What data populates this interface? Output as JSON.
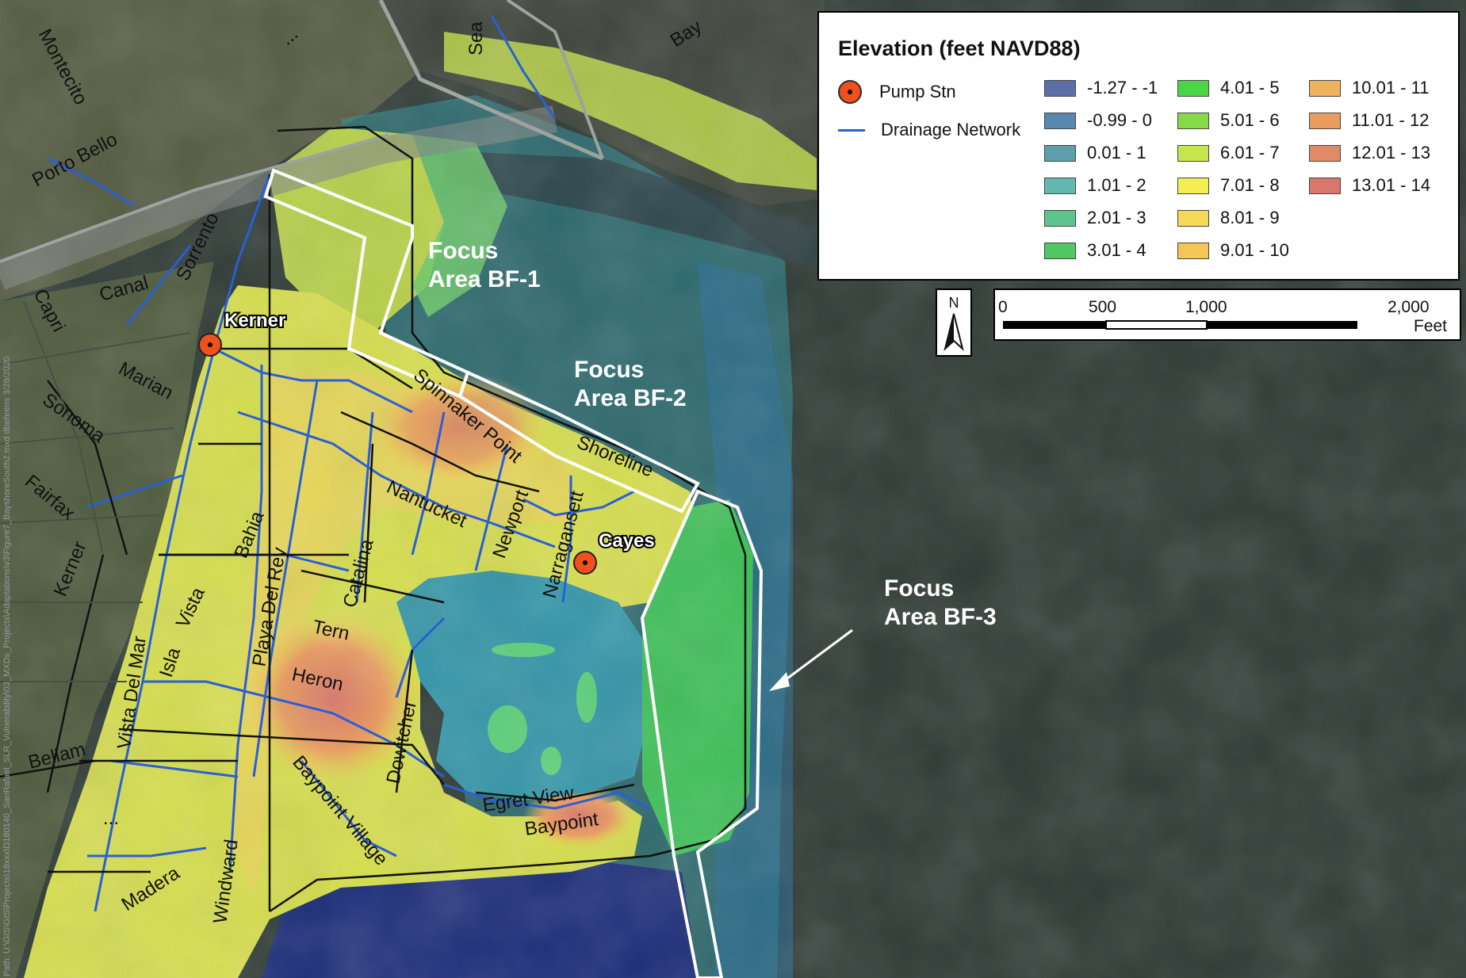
{
  "legend": {
    "title": "Elevation (feet NAVD88)",
    "pump_label": "Pump Stn",
    "drainage_label": "Drainage Network",
    "pump_color": "#f0501e",
    "drainage_color": "#2a5fd6",
    "classes": [
      {
        "label": "-1.27 - -1",
        "color": "#5b6ea8"
      },
      {
        "label": "-0.99 - 0",
        "color": "#5a87ad"
      },
      {
        "label": "0.01 - 1",
        "color": "#5e9fae"
      },
      {
        "label": "1.01 - 2",
        "color": "#65b8b0"
      },
      {
        "label": "2.01 - 3",
        "color": "#5cc48d"
      },
      {
        "label": "3.01 - 4",
        "color": "#52c765"
      },
      {
        "label": "4.01 - 5",
        "color": "#4cd447"
      },
      {
        "label": "5.01 - 6",
        "color": "#86da48"
      },
      {
        "label": "6.01 - 7",
        "color": "#c5e64c"
      },
      {
        "label": "7.01 - 8",
        "color": "#f4ee52"
      },
      {
        "label": "8.01 - 9",
        "color": "#f5d957"
      },
      {
        "label": "9.01 - 10",
        "color": "#f4c657"
      },
      {
        "label": "10.01 - 11",
        "color": "#f0b35d"
      },
      {
        "label": "11.01 - 12",
        "color": "#ea9b5e"
      },
      {
        "label": "12.01 - 13",
        "color": "#e18b65"
      },
      {
        "label": "13.01 - 14",
        "color": "#d8776a"
      }
    ]
  },
  "north_arrow": {
    "label": "N"
  },
  "scale_bar": {
    "ticks": [
      "0",
      "500",
      "1,000",
      "2,000"
    ],
    "unit": "Feet"
  },
  "focus_areas": [
    {
      "line1": "Focus",
      "line2": "Area BF-1"
    },
    {
      "line1": "Focus",
      "line2": "Area BF-2"
    },
    {
      "line1": "Focus",
      "line2": "Area BF-3"
    }
  ],
  "pump_stations": [
    {
      "name": "Kerner"
    },
    {
      "name": "Cayes"
    }
  ],
  "streets": [
    "Montecito",
    "Porto Bello",
    "Sea",
    "Bay",
    "Sorrento",
    "Canal",
    "Capri",
    "Marian",
    "Sonoma",
    "Fairfax",
    "Kerner",
    "Bahia",
    "Playa Del Rey",
    "Vista",
    "Isla",
    "Vista Del Mar",
    "Bellam",
    "Catalina",
    "Tern",
    "Heron",
    "Dowitcher",
    "Baypoint Village",
    "Spinnaker Point",
    "Nantucket",
    "Newport",
    "Narragansett",
    "Shoreline",
    "Egret View",
    "Baypoint",
    "Madera",
    "Windward",
    "...",
    "..."
  ],
  "margin_text": "Path: U:\\GIS\\GIS\\Projects\\18xxx\\D180140_SanRafael_SLR_Vulnerability\\03_MXDs_Projects\\Adaptations\\v3\\Figure7_BayshoreSouth2.mxd   dbehrens   3/28/2020"
}
